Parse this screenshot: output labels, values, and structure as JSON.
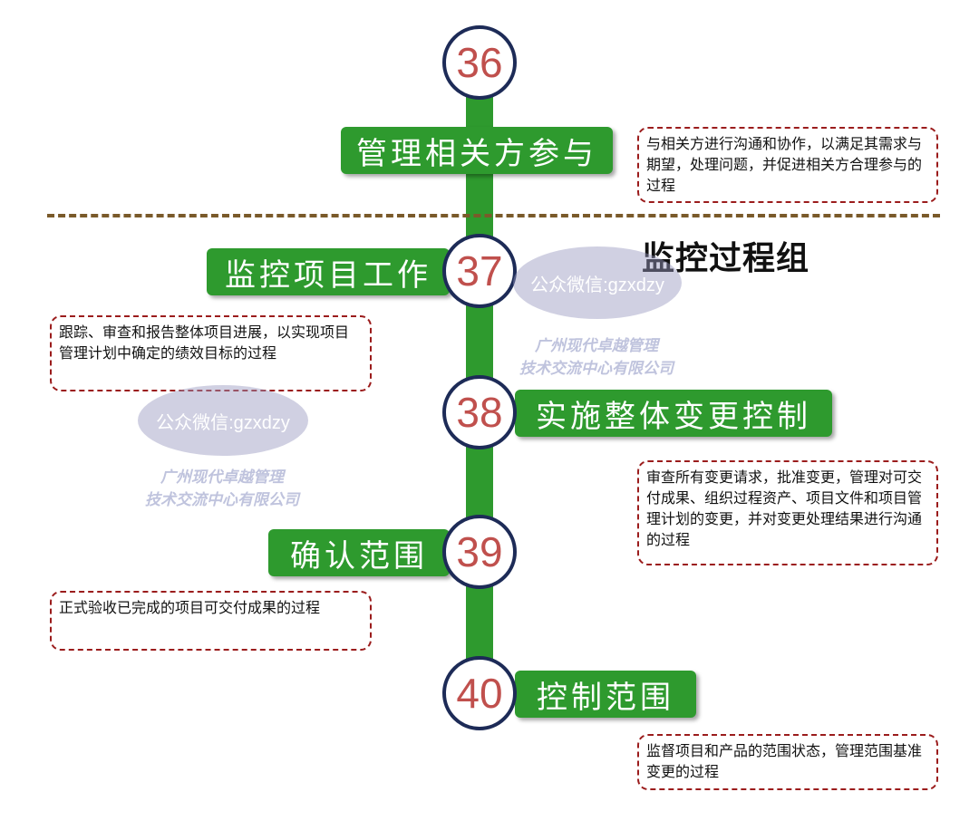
{
  "group_title": "监控过程组",
  "processes": [
    {
      "number": "36",
      "name": "管理相关方参与",
      "description": "与相关方进行沟通和协作，以满足其需求与期望，处理问题，并促进相关方合理参与的过程"
    },
    {
      "number": "37",
      "name": "监控项目工作",
      "description": "跟踪、审查和报告整体项目进展，以实现项目管理计划中确定的绩效目标的过程"
    },
    {
      "number": "38",
      "name": "实施整体变更控制",
      "description": "审查所有变更请求，批准变更，管理对可交付成果、组织过程资产、项目文件和项目管理计划的变更，并对变更处理结果进行沟通的过程"
    },
    {
      "number": "39",
      "name": "确认范围",
      "description": "正式验收已完成的项目可交付成果的过程"
    },
    {
      "number": "40",
      "name": "控制范围",
      "description": "监督项目和产品的范围状态，管理范围基准变更的过程"
    }
  ],
  "watermarks": [
    {
      "badge": "公众微信:gzxdzy",
      "line1": "广州现代卓越管理",
      "line2": "技术交流中心有限公司"
    },
    {
      "badge": "公众微信:gzxdzy",
      "line1": "广州现代卓越管理",
      "line2": "技术交流中心有限公司"
    }
  ],
  "colors": {
    "trunk": "#2e9a2e",
    "node_border": "#1d2b57",
    "node_number": "#c0504d",
    "description_border": "#9b1c1c",
    "divider": "#7a5a2a"
  }
}
